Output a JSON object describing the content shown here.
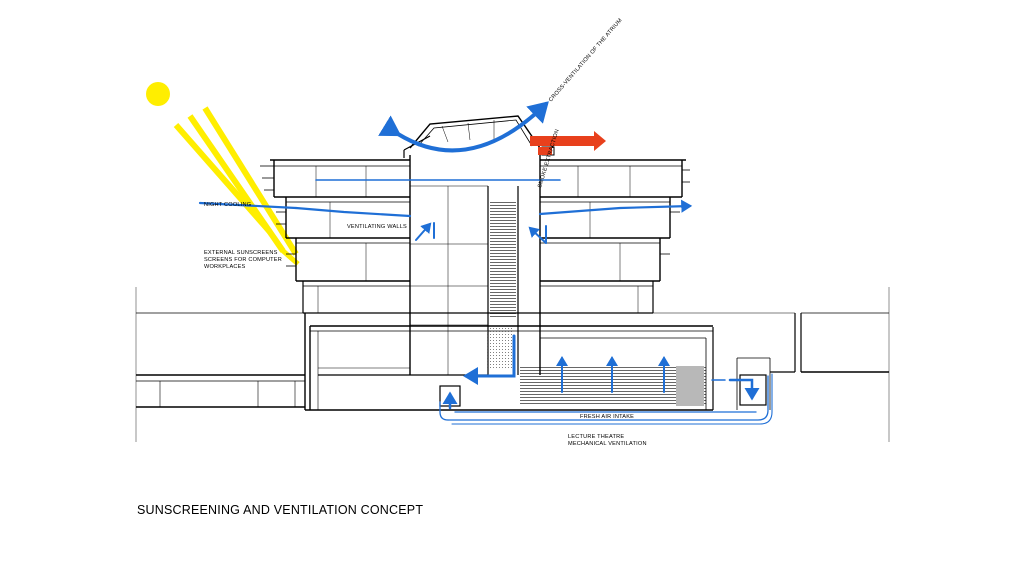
{
  "labels": {
    "night_cooling": "NIGHT COOLING",
    "ventilating_walls": "VENTILATING WALLS",
    "sunscreens_1": "EXTERNAL SUNSCREENS",
    "sunscreens_2": "SCREENS FOR COMPUTER",
    "sunscreens_3": "WORKPLACES",
    "smoke_extraction": "SMOKE EXTRACTION",
    "cross_ventilation": "CROSS-VENTILATION OF THE ATRIUM",
    "fresh_air_intake": "FRESH AIR INTAKE",
    "lecture_1": "LECTURE THEATRE",
    "lecture_2": "MECHANICAL VENTILATION"
  },
  "caption": "SUNSCREENING AND VENTILATION CONCEPT",
  "colors": {
    "airflow": "#1f6fd6",
    "sun": "#ffee00",
    "smoke": "#e8401c",
    "line": "#000000",
    "grey": "#7a7a7a"
  }
}
